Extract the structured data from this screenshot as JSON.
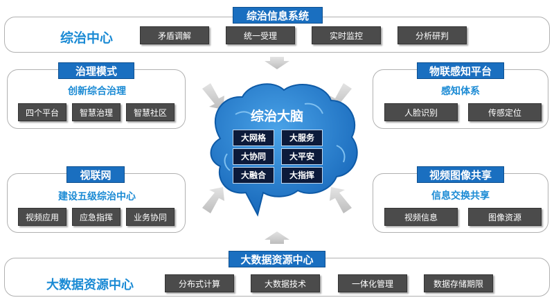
{
  "top": {
    "tag": "综治信息系统",
    "title": "综治中心",
    "items": [
      "矛盾调解",
      "统一受理",
      "实时监控",
      "分析研判"
    ]
  },
  "left_top": {
    "tag": "治理模式",
    "title": "创新综合治理",
    "items": [
      "四个平台",
      "智慧治理",
      "智慧社区"
    ]
  },
  "right_top": {
    "tag": "物联感知平台",
    "title": "感知体系",
    "items": [
      "人脸识别",
      "传感定位"
    ]
  },
  "left_bottom": {
    "tag": "视联网",
    "title": "建设五级综治中心",
    "items": [
      "视频应用",
      "应急指挥",
      "业务协同"
    ]
  },
  "right_bottom": {
    "tag": "视频图像共享",
    "title": "信息交换共享",
    "items": [
      "视频信息",
      "图像资源"
    ]
  },
  "bottom": {
    "tag": "大数据资源中心",
    "title": "大数据资源中心",
    "items": [
      "分布式计算",
      "大数据技术",
      "一体化管理",
      "数据存储期限"
    ]
  },
  "brain": {
    "title": "综治大脑",
    "chips": [
      "大网格",
      "大服务",
      "大协同",
      "大平安",
      "大融合",
      "大指挥"
    ]
  },
  "colors": {
    "tag_blue": "#1a6fc0",
    "title_blue": "#1a8ad4",
    "button_gray": "#4b4b4b",
    "brain_blue": "#1f7fd0"
  }
}
